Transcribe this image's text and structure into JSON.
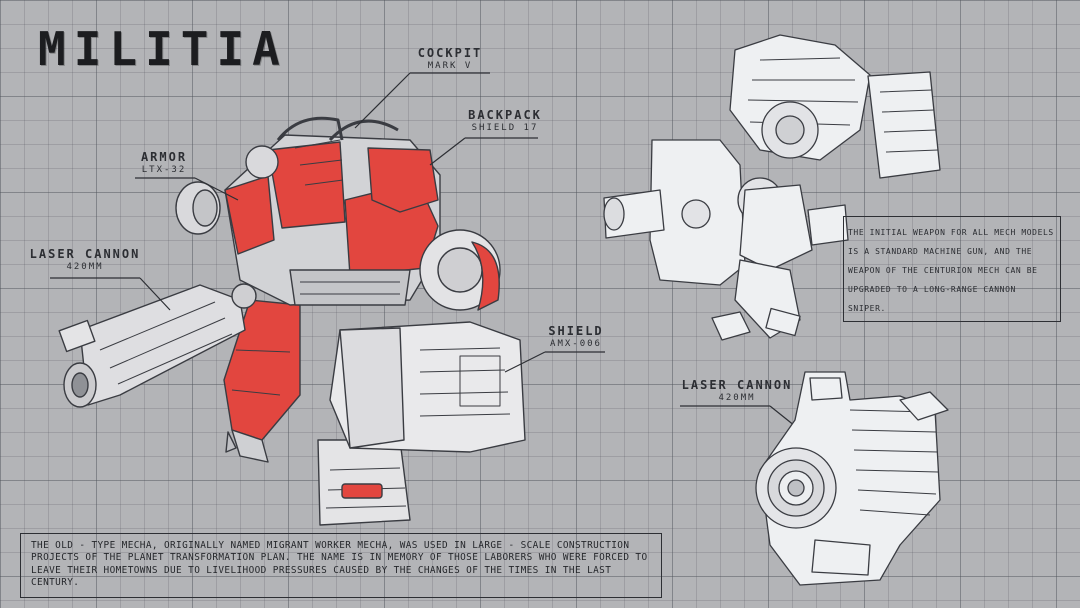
{
  "title": "MILITIA",
  "callouts": {
    "cockpit": {
      "name": "COCKPIT",
      "spec": "MARK V"
    },
    "backpack": {
      "name": "BACKPACK",
      "spec": "SHIELD 17"
    },
    "armor": {
      "name": "ARMOR",
      "spec": "LTX-32"
    },
    "laser_cannon": {
      "name": "LASER CANNON",
      "spec": "420MM"
    },
    "shield": {
      "name": "SHIELD",
      "spec": "AMX-006"
    },
    "laser_cannon_detail": {
      "name": "LASER CANNON",
      "spec": "420MM"
    }
  },
  "weapon_note": "The initial weapon for all mech models is a standard machine gun, and the weapon of the Centurion mech can be upgraded to a long-range cannon sniper.",
  "description": "The old - type mecha, originally named Migrant Worker Mecha, was used in large - scale construction projects of the planet transformation plan. The name is in memory of those laborers who were forced to leave their hometowns due to livelihood pressures caused by the changes of the times in the last century.",
  "colors": {
    "background": "#b3b4b7",
    "accent_red": "#e2463f",
    "ink": "#2a2c31",
    "metal_light": "#e6e6e8",
    "metal_mid": "#c9cacd"
  }
}
